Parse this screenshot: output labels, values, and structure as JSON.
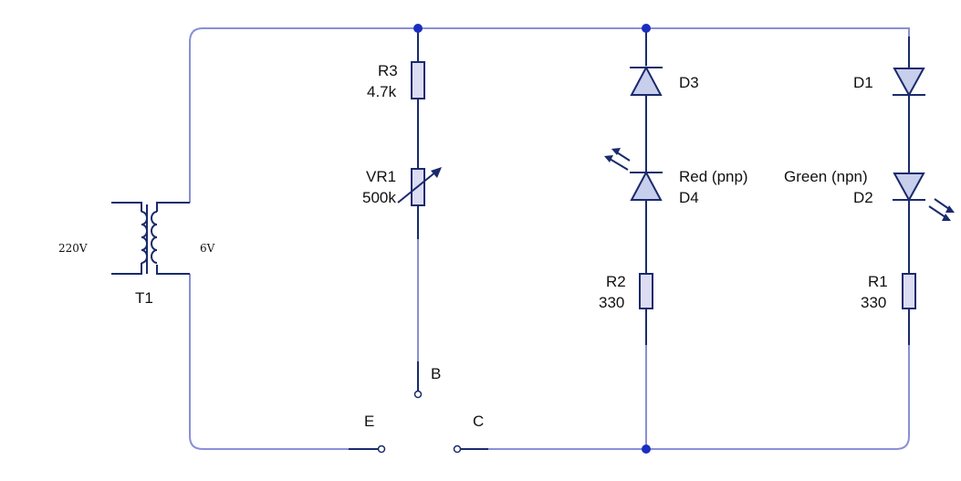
{
  "transformer": {
    "ref": "T1",
    "primary": "220V",
    "secondary": "6V"
  },
  "r3": {
    "ref": "R3",
    "value": "4.7k"
  },
  "vr1": {
    "ref": "VR1",
    "value": "500k"
  },
  "d3": {
    "ref": "D3"
  },
  "d4": {
    "ref": "D4",
    "note": "Red (pnp)"
  },
  "r2": {
    "ref": "R2",
    "value": "330"
  },
  "d1": {
    "ref": "D1"
  },
  "d2": {
    "ref": "D2",
    "note": "Green (npn)"
  },
  "r1": {
    "ref": "R1",
    "value": "330"
  },
  "terminals": {
    "b": "B",
    "e": "E",
    "c": "C"
  },
  "colors": {
    "wire_light": "#8a8fd6",
    "wire_dark": "#1a2a6c",
    "node": "#1a2ec0",
    "component_fill": "#dcdcf2"
  }
}
